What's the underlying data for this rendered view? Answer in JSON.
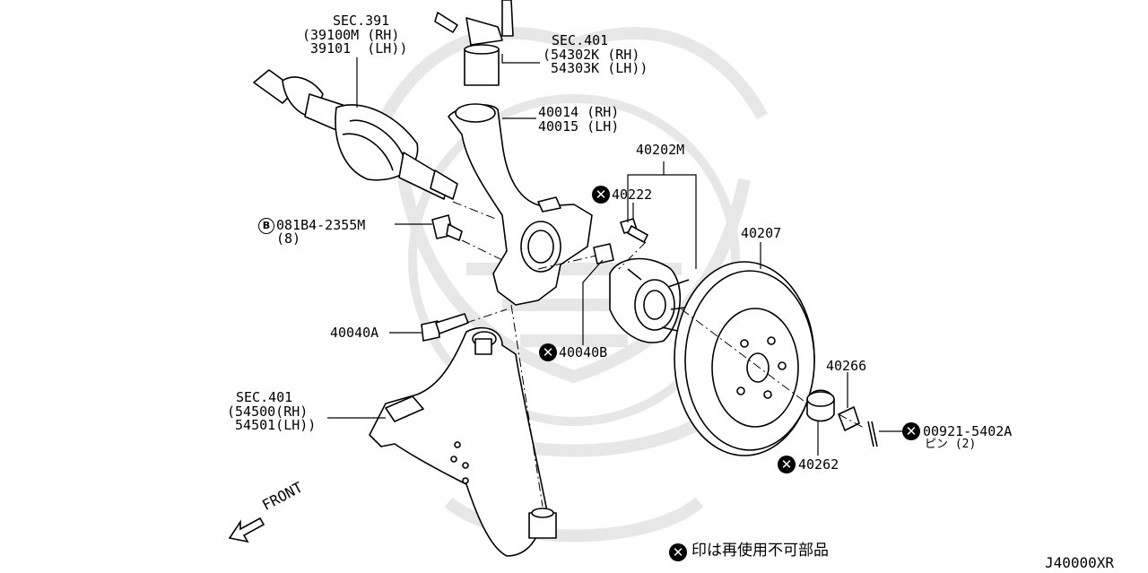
{
  "diagram_code": "J40000XR",
  "front_label": "FRONT",
  "legend": {
    "text": "印は再使用不可部品",
    "symbol": "✕"
  },
  "callouts": {
    "driveshaft": {
      "sec": "SEC.391",
      "rh": "(39100M (RH)",
      "lh": " 39101  (LH))"
    },
    "strut": {
      "sec": "SEC.401",
      "rh": "(54302K (RH)",
      "lh": " 54303K (LH))"
    },
    "knuckle": {
      "rh": "40014 (RH)",
      "lh": "40015 (LH)"
    },
    "hub_assy": {
      "part": "40202M"
    },
    "hub_bolt": {
      "part": "40222",
      "non_reusable": true
    },
    "knuckle_bolt": {
      "prefix": "B",
      "part": "081B4-2355M",
      "qty": "(8)"
    },
    "lower_bolt": {
      "part": "40040A"
    },
    "lower_nut": {
      "part": "40040B",
      "non_reusable": true
    },
    "rotor": {
      "part": "40207"
    },
    "control_arm": {
      "sec": "SEC.401",
      "rh": "(54500(RH)",
      "lh": " 54501(LH))"
    },
    "cap": {
      "part": "40266"
    },
    "hub_nut": {
      "part": "40262",
      "non_reusable": true
    },
    "cotter_pin": {
      "part": "00921-5402A",
      "sub": "ピン (2)",
      "non_reusable": true
    }
  }
}
